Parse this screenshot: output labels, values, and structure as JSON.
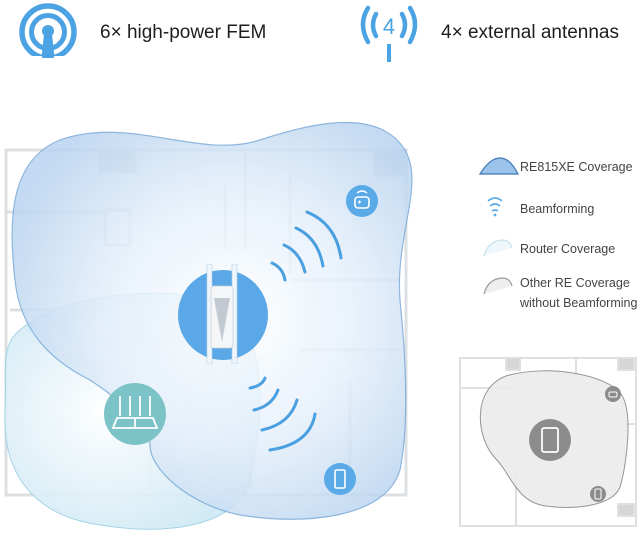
{
  "features": [
    {
      "icon": "broadcast-tower-icon",
      "label": "6× high-power FEM"
    },
    {
      "icon": "antenna-4-icon",
      "icon_text": "4",
      "label": "4× external antennas"
    }
  ],
  "legend": {
    "items": [
      {
        "icon": "re-coverage-swatch-icon",
        "label": "RE815XE Coverage"
      },
      {
        "icon": "beamforming-icon",
        "label": "Beamforming"
      },
      {
        "icon": "router-coverage-swatch-icon",
        "label": "Router Coverage"
      },
      {
        "icon": "other-re-coverage-swatch-icon",
        "label_line1": "Other RE Coverage",
        "label_line2": "without Beamforming"
      }
    ]
  },
  "main_diagram": {
    "devices": [
      "range-extender",
      "router",
      "game-controller",
      "smartphone"
    ],
    "colors": {
      "accent": "#4a9fe0",
      "re_fill": "#cfe3f7",
      "router_fill": "#d8eef7",
      "router_icon": "#7cc3c8",
      "device_icon": "#5aaae8"
    }
  },
  "comparison_diagram": {
    "devices": [
      "range-extender",
      "game-controller",
      "smartphone"
    ],
    "colors": {
      "fill": "#e9e9e9",
      "stroke": "#8a8a8a",
      "icon": "#8c8c8c"
    }
  }
}
